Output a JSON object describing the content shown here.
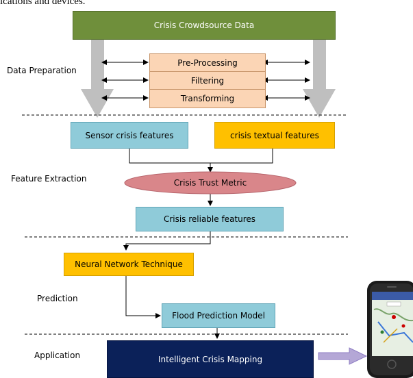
{
  "top_text": "ications and devices.",
  "nodes": {
    "crowdsource": "Crisis Crowdsource Data",
    "preprocessing": "Pre-Processing",
    "filtering": "Filtering",
    "transforming": "Transforming",
    "sensor_features": "Sensor crisis features",
    "textual_features": "crisis textual features",
    "trust_metric": "Crisis Trust Metric",
    "reliable_features": "Crisis reliable features",
    "neural_network": "Neural Network Technique",
    "flood_model": "Flood Prediction Model",
    "crisis_mapping": "Intelligent Crisis Mapping"
  },
  "stages": {
    "data_preparation": "Data Preparation",
    "feature_extraction": "Feature Extraction",
    "prediction": "Prediction",
    "application": "Application"
  },
  "colors": {
    "crowdsource_fill": "#6f8f3b",
    "process_fill": "#fbd5b5",
    "process_border": "#c8956a",
    "sensor_fill": "#8fcbd9",
    "textual_fill": "#ffc000",
    "ellipse_fill": "#d9868a",
    "mapping_fill": "#0b2159",
    "big_arrow": "#bfbfbf",
    "mobile_arrow": "#b4a7d6"
  },
  "icons": {
    "device": "smartphone-map-icon"
  }
}
